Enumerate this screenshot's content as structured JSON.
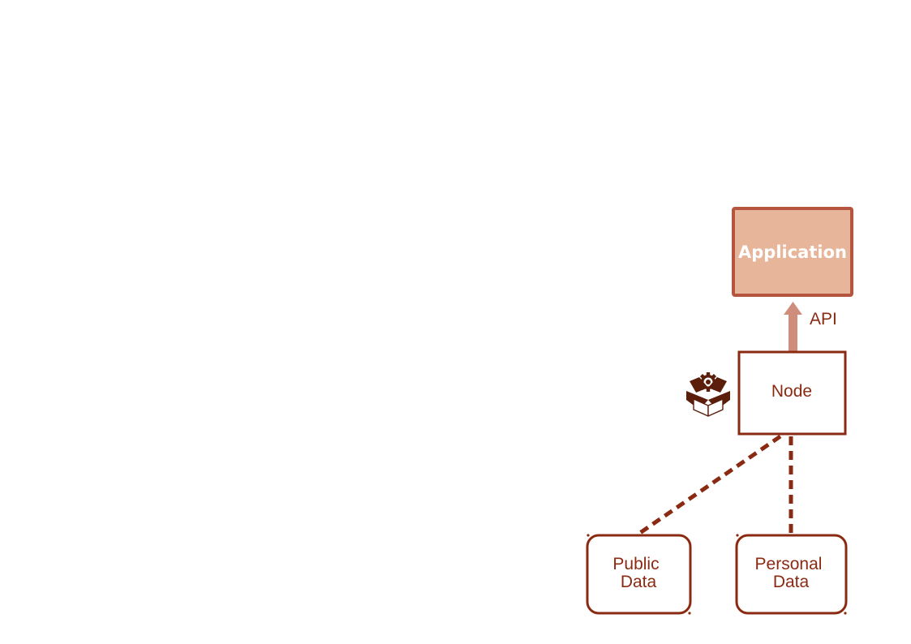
{
  "diagram": {
    "application_label": "Application",
    "api_label": "API",
    "node_label": "Node",
    "public_data": {
      "line1": "Public",
      "line2": "Data"
    },
    "personal_data": {
      "line1": "Personal",
      "line2": "Data"
    },
    "icons": {
      "package": "open-box-gear-icon"
    }
  },
  "colors": {
    "stroke": "#8b2a12",
    "text": "#8b2a12",
    "application_fill": "#e7b599",
    "application_stroke": "#b5553f",
    "application_text": "#ffffff",
    "api_arrow": "#cf8e7c",
    "icon": "#5a1e0a"
  }
}
